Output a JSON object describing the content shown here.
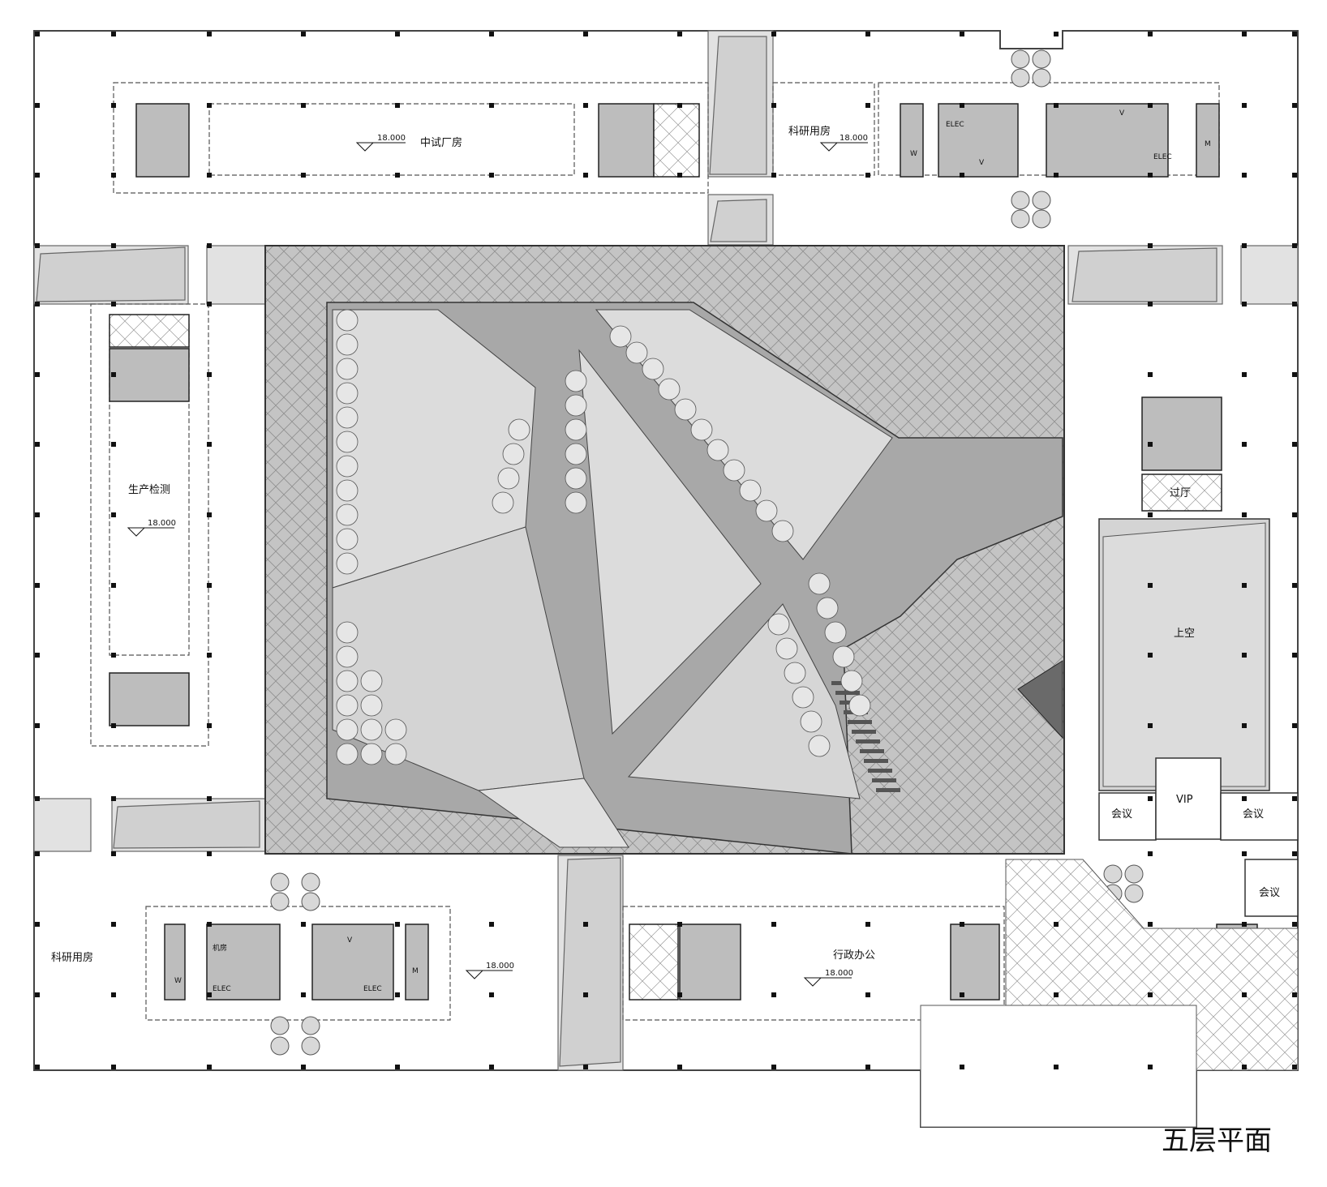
{
  "title": "五层平面",
  "rooms": {
    "pilot_plant": "中试厂房",
    "research_top": "科研用房",
    "production_test": "生产检测",
    "lobby": "过厅",
    "void": "上空",
    "vip": "VIP",
    "meeting_left": "会议",
    "meeting_right": "会议",
    "meeting_lower": "会议",
    "research_bottom": "科研用房",
    "admin_office": "行政办公"
  },
  "elevations": {
    "e1": "18.000",
    "e2": "18.000",
    "e3": "18.000",
    "e4": "18.000",
    "e5": "18.000"
  },
  "core_marks": {
    "elec_1": "ELEC",
    "elec_2": "ELEC",
    "elec_3": "ELEC",
    "elec_4": "ELEC",
    "machine_room": "机房",
    "v_1": "V",
    "v_2": "V",
    "v_3": "V",
    "w_1": "W",
    "w_2": "W",
    "m_1": "M",
    "m_2": "M"
  },
  "colors": {
    "courtyard": "#c4c4c4",
    "paths": "#a8a8a8",
    "light_planes": "#dcdcdc",
    "bridge": "#e2e2e2",
    "dark_accent": "#6a6a6a"
  }
}
